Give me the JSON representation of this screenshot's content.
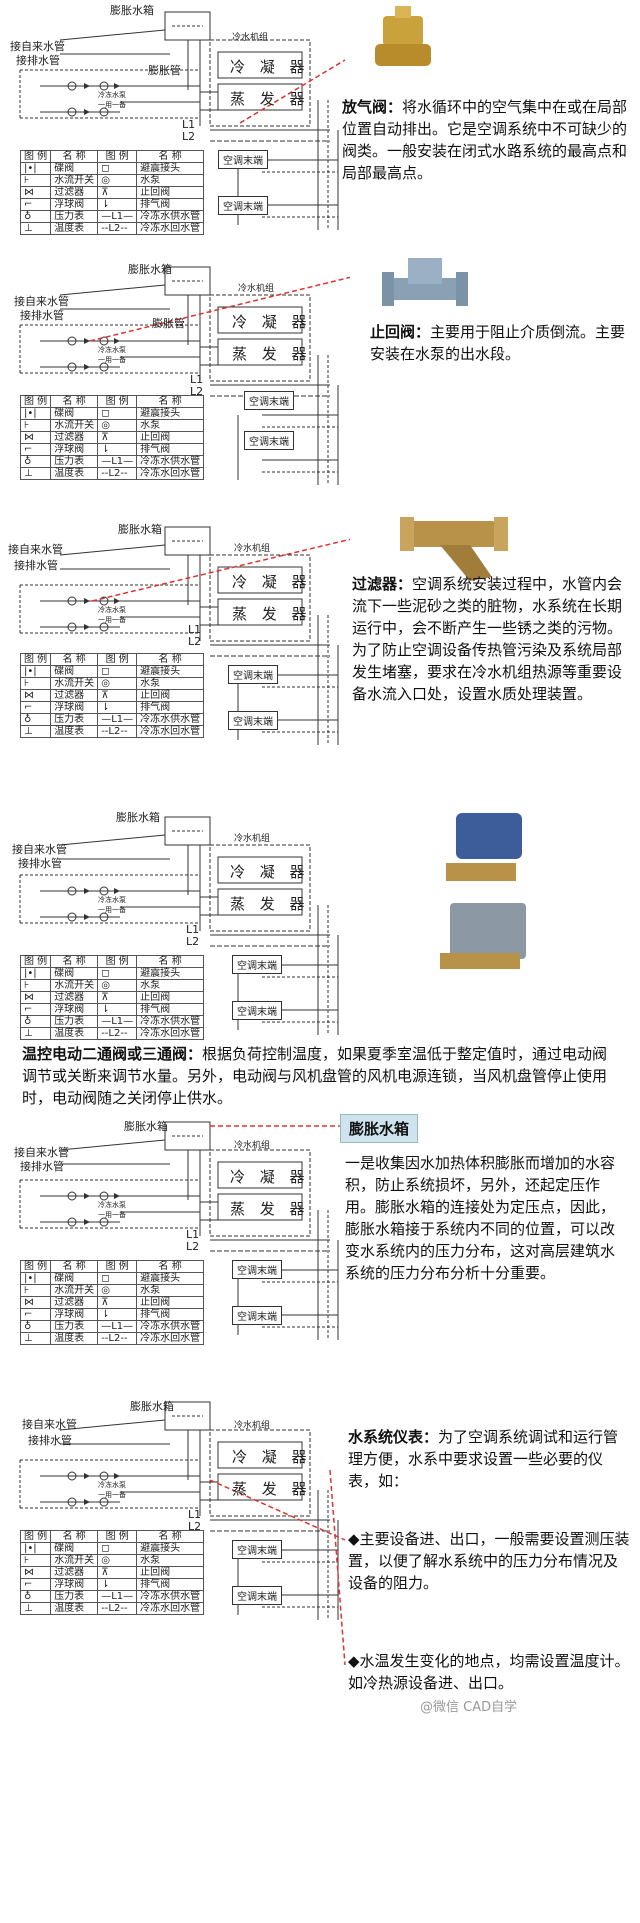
{
  "common": {
    "expansion_tank": "膨胀水箱",
    "supply_inlet": "接自来水管",
    "drain_outlet": "接排水管",
    "expansion_pipe": "膨胀管",
    "chiller_unit": "冷水机组",
    "condenser": "冷 凝 器",
    "evaporator": "蒸 发 器",
    "pump_label": "冷冻水泵",
    "pump_sub": "一用一备",
    "L1": "L1",
    "L2": "L2",
    "ac_terminal": "空调末端",
    "legend_header": [
      "图 例",
      "名 称",
      "图 例",
      "名 称"
    ],
    "legend_rows": [
      [
        "|•|",
        "碟阀",
        "◻",
        "避震接头"
      ],
      [
        "⊦",
        "水流开关",
        "◎",
        "水泵"
      ],
      [
        "⋈",
        "过滤器",
        "⊼",
        "止回阀"
      ],
      [
        "⌐",
        "浮球阀",
        "⇂",
        "排气阀"
      ],
      [
        "♁",
        "压力表",
        "—L1—",
        "冷冻水供水管"
      ],
      [
        "⊥",
        "温度表",
        "--L2--",
        "冷冻水回水管"
      ]
    ]
  },
  "panels": [
    {
      "id": "air-vent",
      "title": "放气阀：",
      "text": "将水循环中的空气集中在或在局部位置自动排出。它是空调系统中不可缺少的阀类。一般安装在闭式水路系统的最高点和局部最高点。",
      "icon": "air-vent-valve"
    },
    {
      "id": "check-valve",
      "title": "止回阀：",
      "text": "主要用于阻止介质倒流。主要安装在水泵的出水段。",
      "icon": "check-valve"
    },
    {
      "id": "strainer",
      "title": "过滤器：",
      "text": "空调系统安装过程中，水管内会流下一些泥砂之类的脏物，水系统在长期运行中，会不断产生一些锈之类的污物。为了防止空调设备传热管污染及系统局部发生堵塞，要求在冷水机组热源等重要设备水流入口处，设置水质处理装置。",
      "icon": "y-strainer"
    },
    {
      "id": "motor-valve",
      "title": "温控电动二通阀或三通阀：",
      "text": "根据负荷控制温度，如果夏季室温低于整定值时，通过电动阀调节或关断来调节水量。另外，电动阀与风机盘管的风机电源连锁，当风机盘管停止使用时，电动阀随之关闭停止供水。",
      "icon": "motorized-valve"
    },
    {
      "id": "expansion",
      "title": "膨胀水箱",
      "text": "一是收集因水加热体积膨胀而增加的水容积，防止系统损坏，另外，还起定压作用。膨胀水箱的连接处为定压点，因此，膨胀水箱接于系统内不同的位置，可以改变水系统内的压力分布，这对高层建筑水系统的压力分布分析十分重要。",
      "icon": "expansion-tank"
    },
    {
      "id": "instruments",
      "title": "水系统仪表：",
      "text": "为了空调系统调试和运行管理方便，水系中要求设置一些必要的仪表，如：",
      "bullets": [
        "◆主要设备进、出口，一般需要设置测压装置，以便了解水系统中的压力分布情况及设备的阻力。",
        "◆水温发生变化的地点，均需设置温度计。如冷热源设备进、出口。"
      ],
      "watermark": "@微信 CAD自学",
      "icon": "gauge"
    }
  ]
}
